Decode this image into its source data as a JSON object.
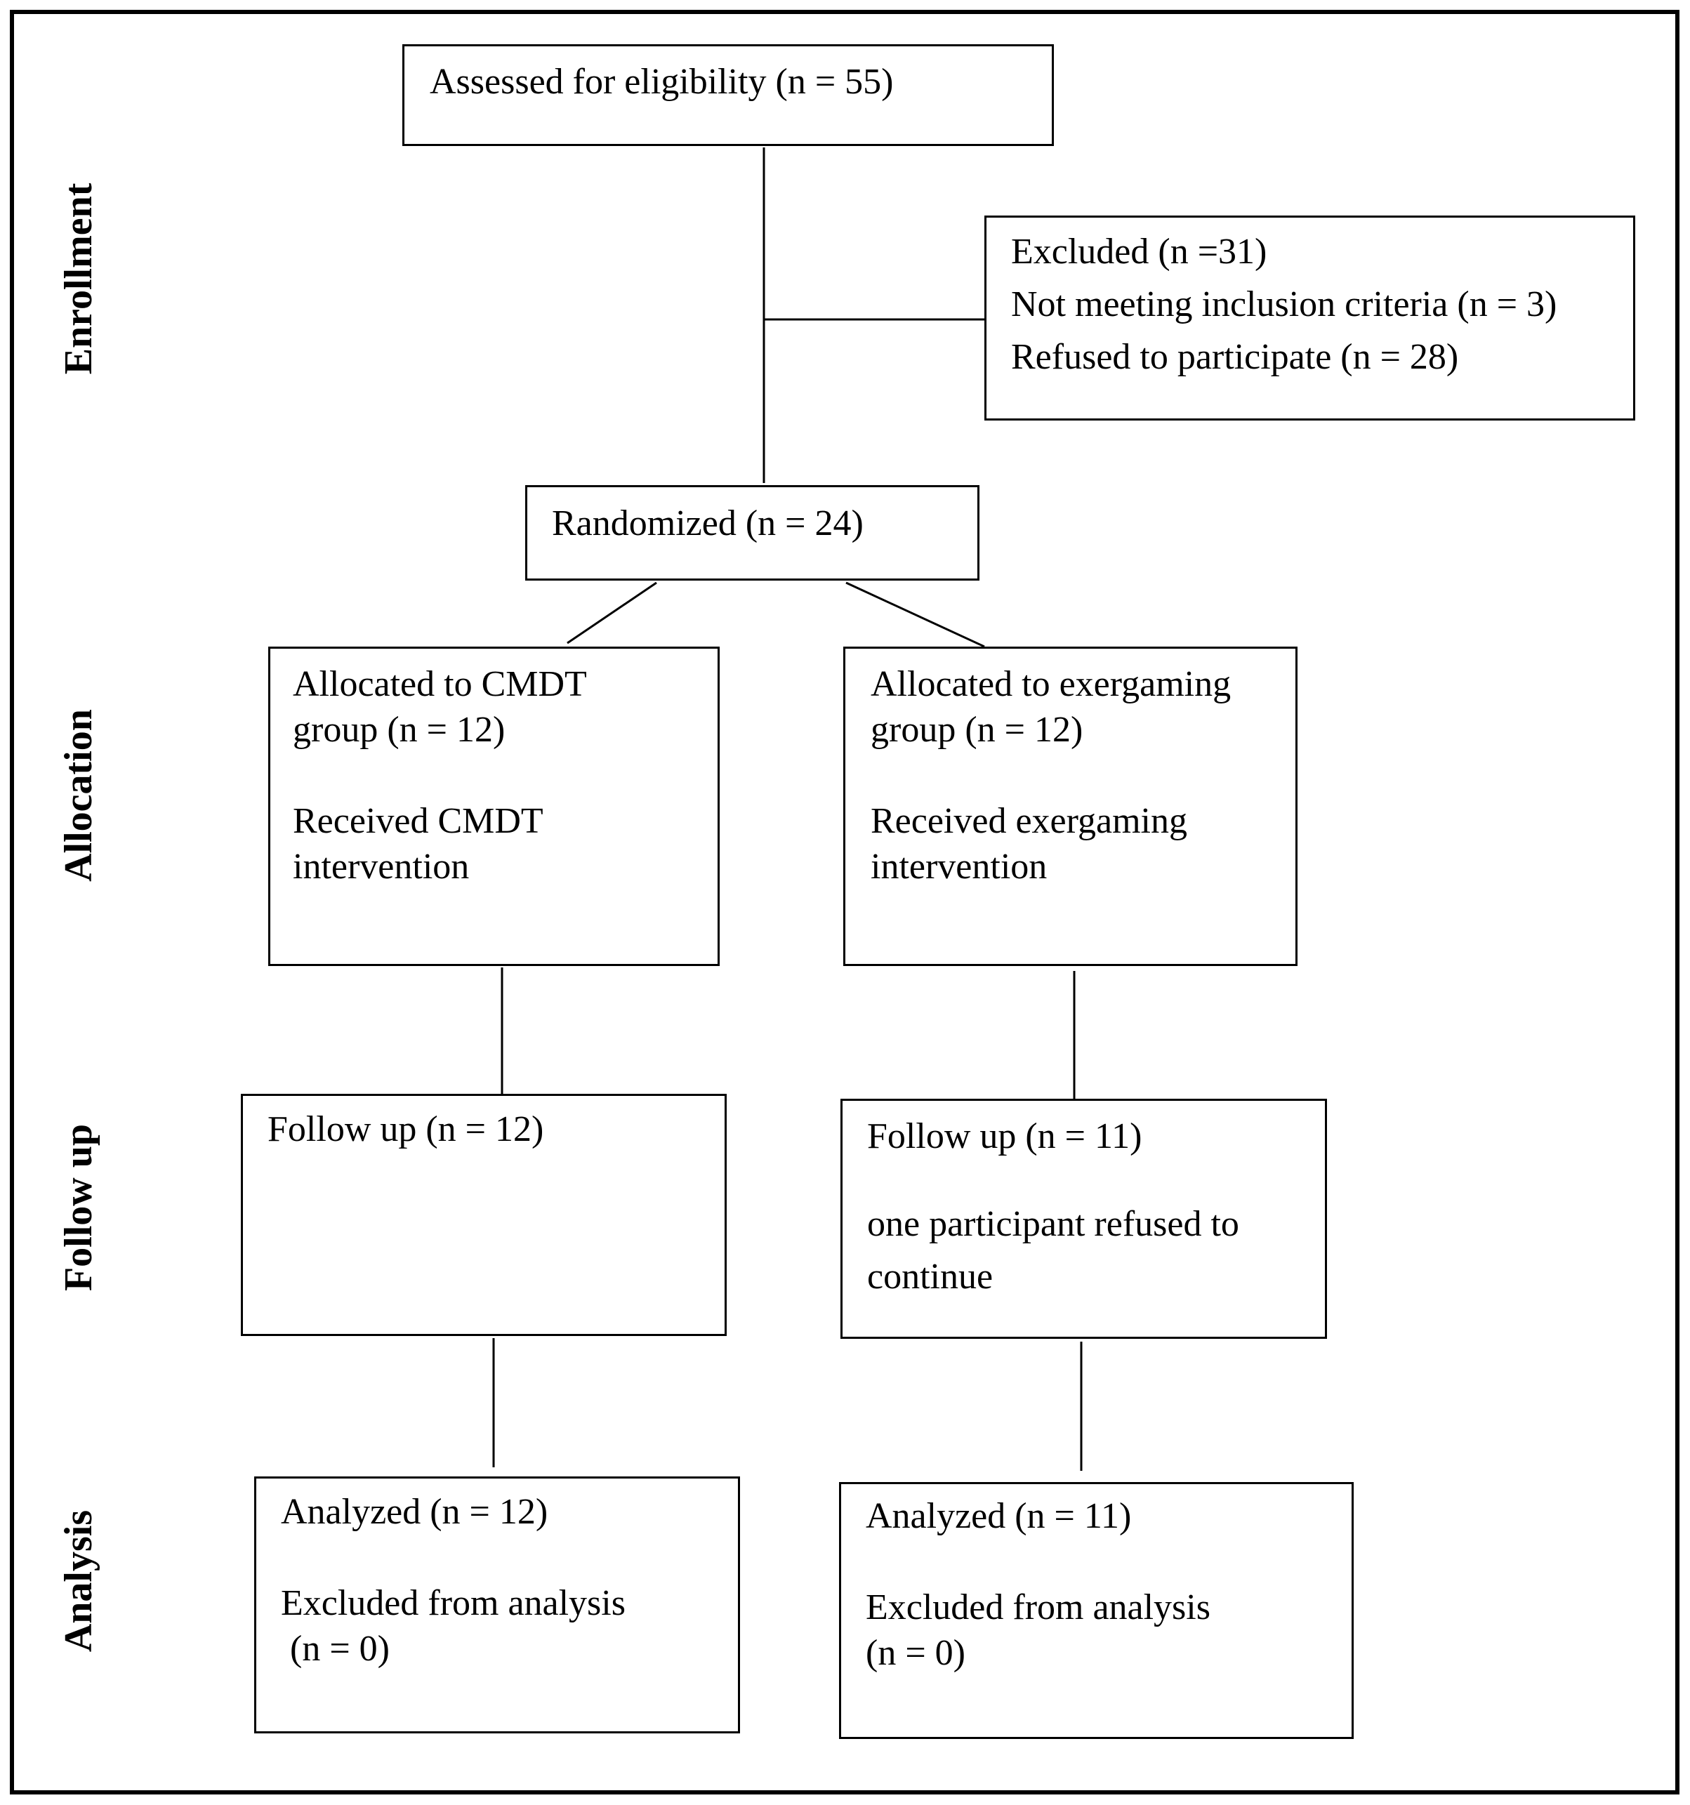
{
  "stages": {
    "enrollment": "Enrollment",
    "allocation": "Allocation",
    "follow_up": "Follow up",
    "analysis": "Analysis"
  },
  "assessed": {
    "line1": "Assessed for eligibility (n = 55)"
  },
  "excluded": {
    "line1": "Excluded (n =31)",
    "line2": "Not meeting inclusion criteria (n = 3)",
    "line3": "Refused to participate (n = 28)"
  },
  "randomized": {
    "line1": "Randomized (n = 24)"
  },
  "alloc_cmdt": {
    "line1": "Allocated to CMDT",
    "line2": "group (n = 12)",
    "line3": "Received CMDT",
    "line4": "intervention"
  },
  "alloc_exer": {
    "line1": "Allocated to exergaming",
    "line2": "group (n = 12)",
    "line3": "Received exergaming",
    "line4": "intervention"
  },
  "follow_cmdt": {
    "line1": "Follow up (n = 12)"
  },
  "follow_exer": {
    "line1": "Follow up (n = 11)",
    "line2": "one participant refused to",
    "line3": "continue"
  },
  "analysis_cmdt": {
    "line1": "Analyzed (n = 12)",
    "line2": "Excluded from analysis",
    "line3": " (n = 0)"
  },
  "analysis_exer": {
    "line1": "Analyzed (n = 11)",
    "line2": "Excluded from analysis",
    "line3": "(n = 0)"
  }
}
